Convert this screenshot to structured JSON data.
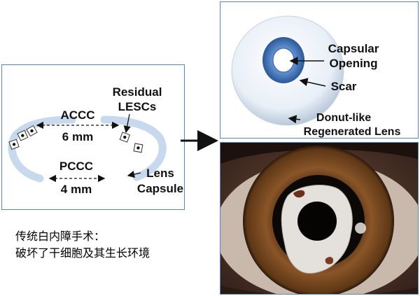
{
  "left_diagram": {
    "accc_label": "ACCC",
    "accc_size": "6 mm",
    "pccc_label": "PCCC",
    "pccc_size": "4 mm",
    "residual_line1": "Residual",
    "residual_line2": "LESCs",
    "lens_line1": "Lens",
    "lens_line2": "Capsule"
  },
  "right_diagram": {
    "capsular_line1": "Capsular",
    "capsular_line2": "Opening",
    "scar_label": "Scar",
    "donut_line1": "Donut-like",
    "donut_line2": "Regenerated Lens"
  },
  "caption": {
    "line1": "传统白内障手术：",
    "line2": "破坏了干细胞及其生长环境"
  },
  "colors": {
    "panel_border": "#5b86b8",
    "capsule_fill": "#c8d9ee",
    "scar_ring": "#3f6fae",
    "iris": "#7a4a22"
  }
}
